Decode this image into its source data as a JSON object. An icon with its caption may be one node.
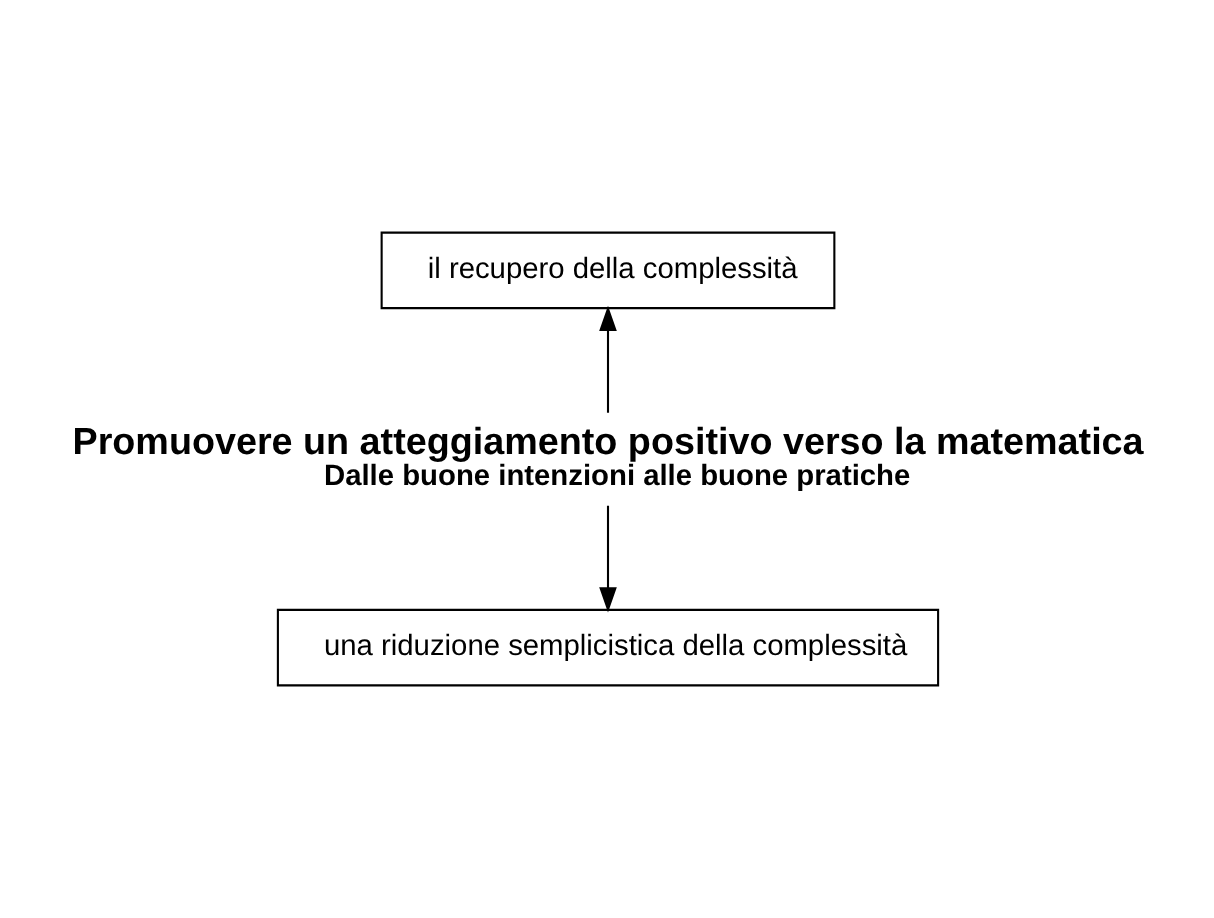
{
  "diagram": {
    "nodes": [
      {
        "text": [
          "il recupero della complessità"
        ]
      },
      {
        "text": [
          "Promuovere un atteggiamento positivo verso la matematica",
          "Dalle buone intenzioni alle buone pratiche"
        ]
      },
      {
        "text": [
          "una riduzione semplicistica della complessità"
        ]
      }
    ],
    "edges": [
      {
        "from": 1,
        "to": 0,
        "arrow": "to"
      },
      {
        "from": 1,
        "to": 2,
        "arrow": "to"
      }
    ]
  }
}
